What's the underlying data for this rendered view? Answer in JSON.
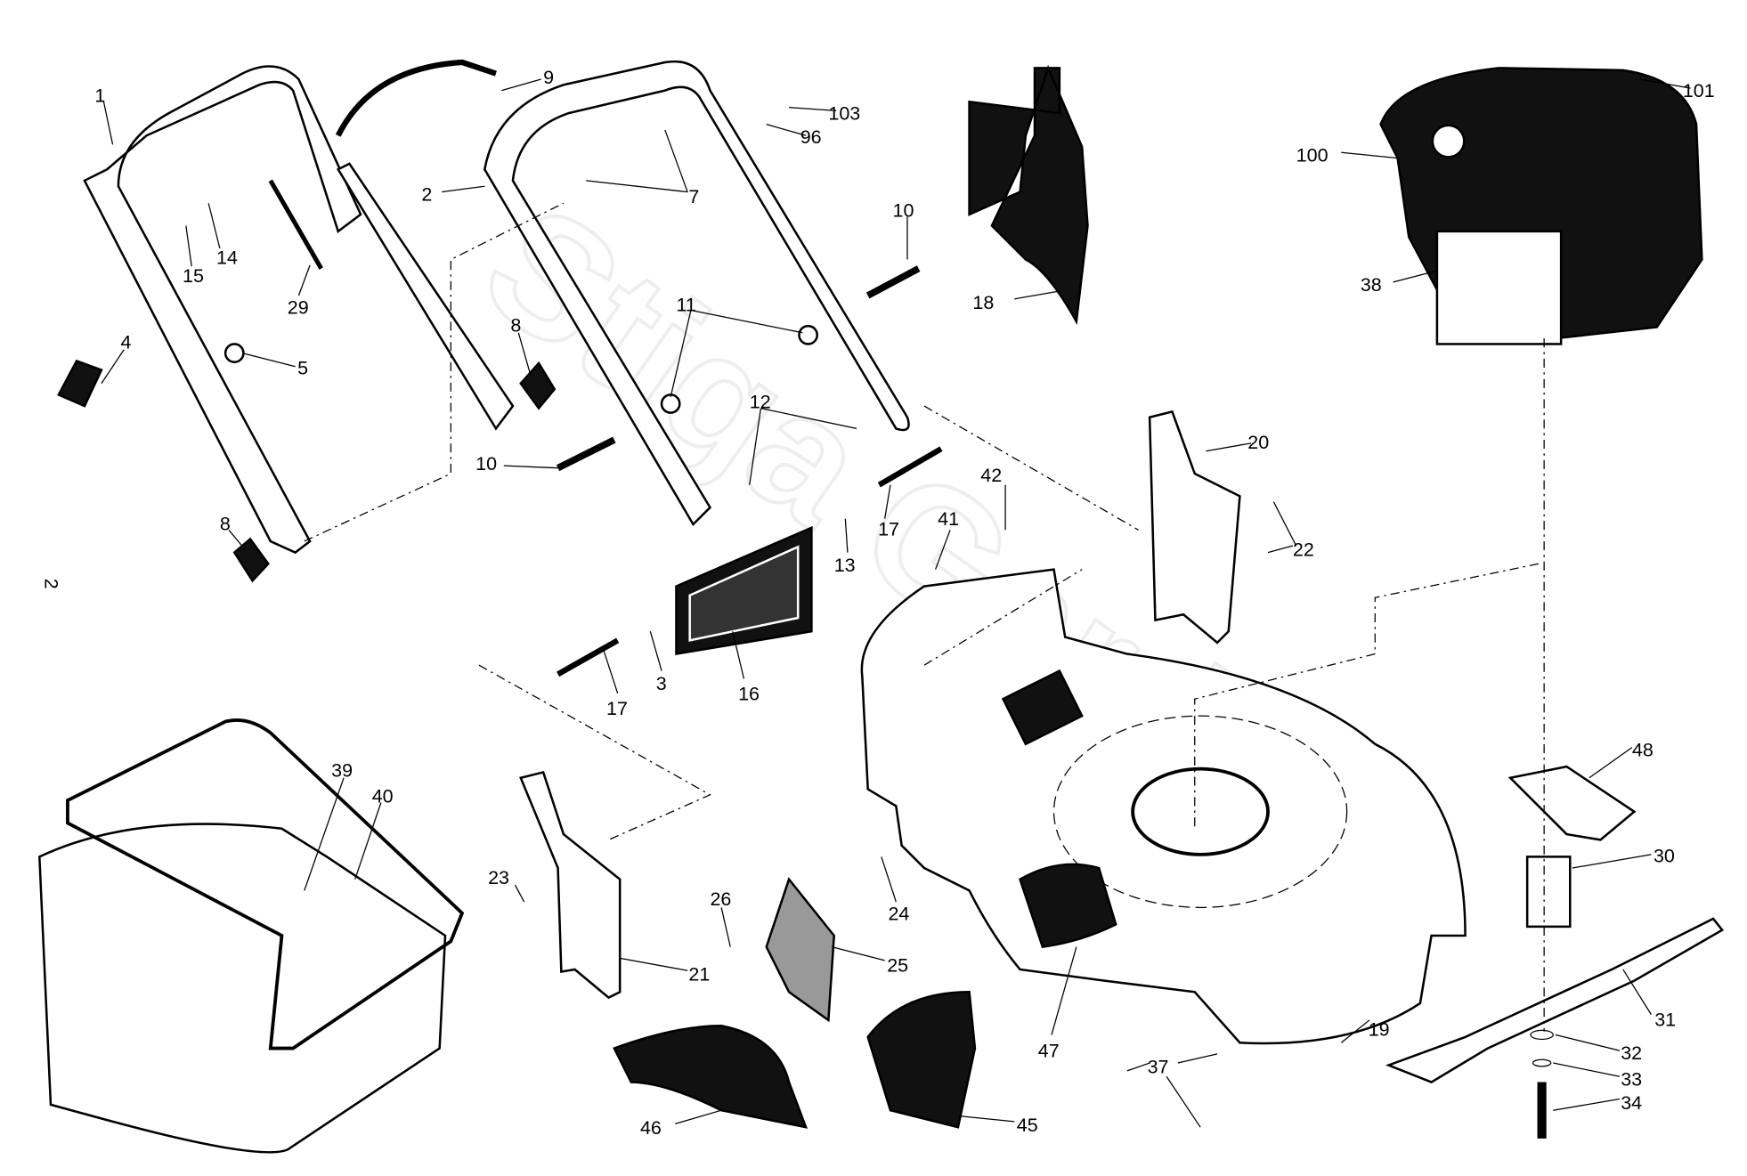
{
  "page_number": "2",
  "watermark": "Stiga Garden",
  "part_labels": {
    "p1": "1",
    "p2": "2",
    "p3": "3",
    "p4": "4",
    "p5": "5",
    "p7": "7",
    "p8a": "8",
    "p8b": "8",
    "p9": "9",
    "p10a": "10",
    "p10b": "10",
    "p11": "11",
    "p12": "12",
    "p13": "13",
    "p14": "14",
    "p15": "15",
    "p16": "16",
    "p17a": "17",
    "p17b": "17",
    "p18": "18",
    "p19": "19",
    "p20": "20",
    "p21": "21",
    "p22": "22",
    "p23": "23",
    "p24": "24",
    "p25": "25",
    "p26": "26",
    "p29": "29",
    "p30": "30",
    "p31": "31",
    "p32": "32",
    "p33": "33",
    "p34": "34",
    "p37": "37",
    "p38": "38",
    "p39": "39",
    "p40": "40",
    "p41": "41",
    "p42": "42",
    "p45": "45",
    "p46": "46",
    "p47": "47",
    "p48": "48",
    "p96": "96",
    "p100": "100",
    "p101": "101",
    "p103": "103"
  }
}
